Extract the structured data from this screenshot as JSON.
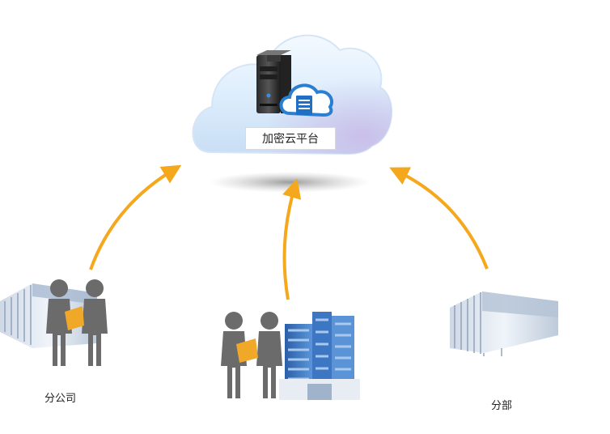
{
  "cloud": {
    "label": "加密云平台"
  },
  "nodes": {
    "left": {
      "label": "分公司"
    },
    "right": {
      "label": "分部"
    }
  },
  "colors": {
    "arrow": "#f5a81c",
    "person": "#6b6b6b",
    "document": "#f0a828",
    "cloud_edge": "#cfe2f5",
    "building_blue": "#3a78c8"
  }
}
